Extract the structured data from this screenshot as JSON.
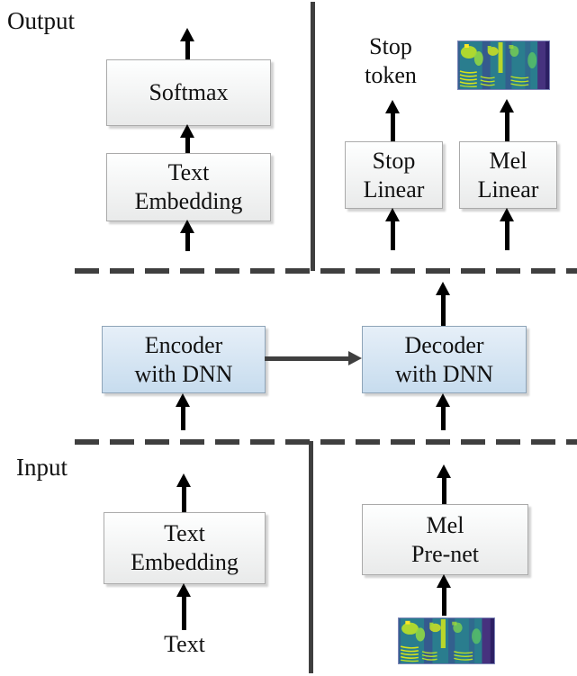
{
  "figure": {
    "output_label": "Output",
    "input_label": "Input"
  },
  "colors": {
    "line": "#3f3f3f",
    "arrow": "#000000",
    "box_border": "#aaaaaa",
    "box_top": "#feffff",
    "box_bottom": "#e9eaea",
    "blue_border": "#8ea4b8",
    "blue_top": "#e6eff8",
    "blue_bottom": "#c7dcee",
    "text": "#111111"
  },
  "nodes": {
    "softmax": {
      "label": "Softmax"
    },
    "text_embedding_top": {
      "line1": "Text",
      "line2": "Embedding"
    },
    "stop_linear": {
      "line1": "Stop",
      "line2": "Linear"
    },
    "mel_linear": {
      "line1": "Mel",
      "line2": "Linear"
    },
    "encoder": {
      "line1": "Encoder",
      "line2": "with DNN"
    },
    "decoder": {
      "line1": "Decoder",
      "line2": "with DNN"
    },
    "text_embedding_bottom": {
      "line1": "Text",
      "line2": "Embedding"
    },
    "mel_pre_net": {
      "line1": "Mel",
      "line2": "Pre-net"
    }
  },
  "annotations": {
    "stop_token": {
      "line1": "Stop",
      "line2": "token"
    },
    "text_input": "Text"
  },
  "images": {
    "spectrogram_top": "mel-spectrogram",
    "spectrogram_bottom": "mel-spectrogram"
  }
}
